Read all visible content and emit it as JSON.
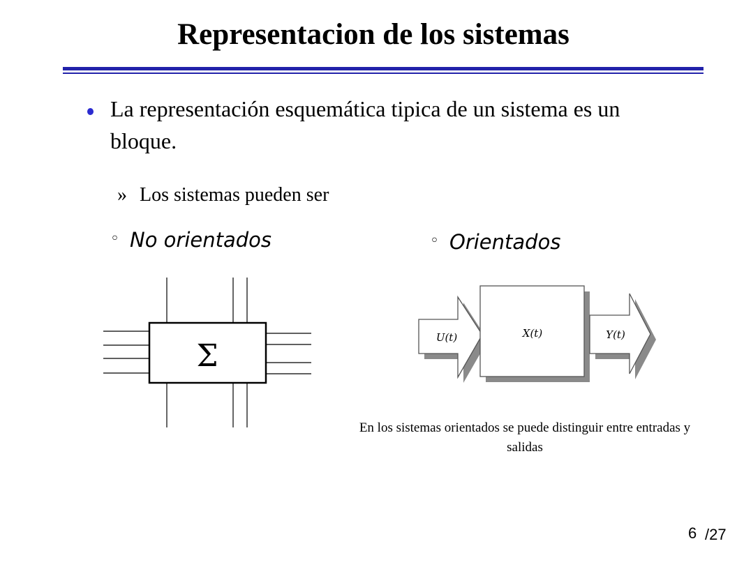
{
  "slide": {
    "title": "Representacion de los sistemas",
    "bullet": "La representación esquemática tipica de un sistema es un bloque.",
    "sub_marker": "»",
    "sub_bullet": "Los sistemas pueden ser",
    "ring_marker": "◦",
    "option_left": "No orientados",
    "option_right": "Orientados",
    "caption": "En los sistemas orientados se puede distinguir entre entradas y salidas",
    "page_number": "6",
    "page_total": "/27"
  },
  "diagram_left": {
    "symbol": "Σ"
  },
  "diagram_right": {
    "input_label": "U(t)",
    "state_label": "X(t)",
    "output_label": "Y(t)"
  },
  "colors": {
    "rule": "#2222aa",
    "bullet": "#2b2bd0"
  }
}
